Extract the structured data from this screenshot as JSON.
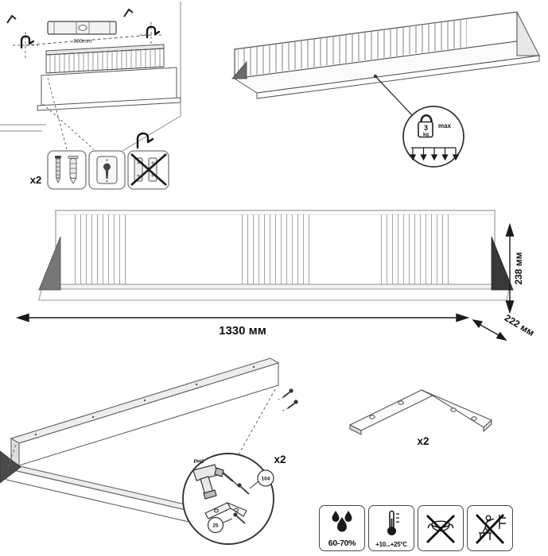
{
  "colors": {
    "line": "#4d4d4d",
    "line_light": "#8a8a8a",
    "dark_fill": "#4a4a4a",
    "arrow": "#1a1a1a"
  },
  "mounting": {
    "distance_label": "800mm",
    "hardware_qty_label": "x2"
  },
  "load_limit": {
    "value": "3",
    "unit": "kg",
    "suffix": "max"
  },
  "dimensions": {
    "width": "1330 мм",
    "height": "238 мм",
    "depth": "222 мм"
  },
  "assembly": {
    "qty_label": "x2",
    "bit_label": "PH2",
    "callout_screw": "104",
    "callout_bracket": "25"
  },
  "bracket": {
    "qty_label": "x2"
  },
  "care": {
    "humidity": "60-70%",
    "temperature": "+10...+25°C"
  }
}
